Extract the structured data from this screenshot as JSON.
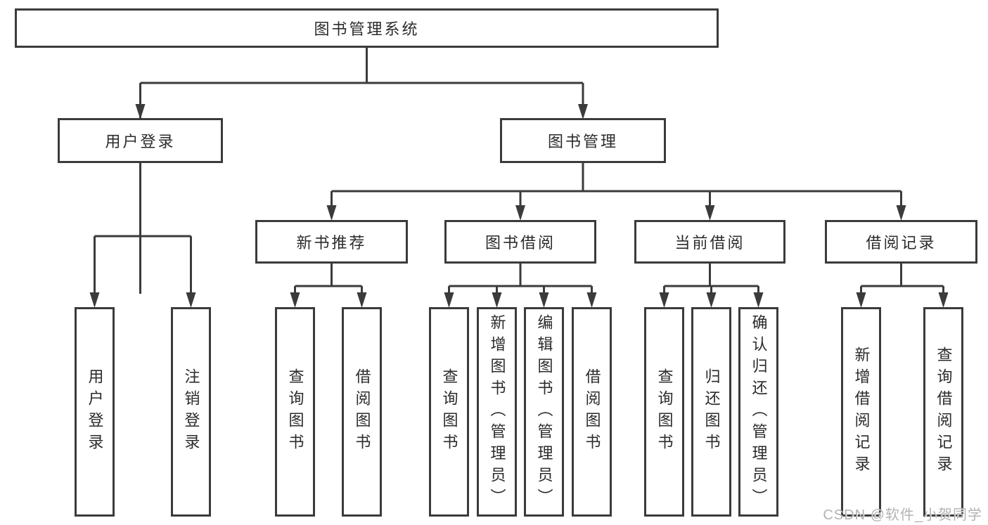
{
  "colors": {
    "line": "#3b3b3b",
    "text": "#2b2b2b",
    "watermark": "#b3b3b3",
    "background": "#ffffff"
  },
  "tree": {
    "root": "图书管理系统",
    "children": [
      {
        "label": "用户登录",
        "children": [
          "用户登录",
          "注销登录"
        ]
      },
      {
        "label": "图书管理",
        "children": [
          {
            "label": "新书推荐",
            "children": [
              "查询图书",
              "借阅图书"
            ]
          },
          {
            "label": "图书借阅",
            "children": [
              "查询图书",
              "新增图书（管理员）",
              "编辑图书（管理员）",
              "借阅图书"
            ]
          },
          {
            "label": "当前借阅",
            "children": [
              "查询图书",
              "归还图书",
              "确认归还（管理员）"
            ]
          },
          {
            "label": "借阅记录",
            "children": [
              "新增借阅记录",
              "查询借阅记录"
            ]
          }
        ]
      }
    ]
  },
  "watermark": {
    "text": "CSDN @软件_小贺同学"
  }
}
